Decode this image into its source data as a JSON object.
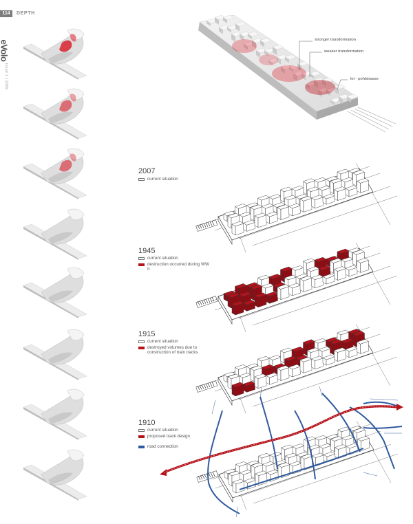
{
  "header": {
    "page_number": "114",
    "section": "DEPTH",
    "logo": "eVolo",
    "issue": "Issue 1 | 2009"
  },
  "hero": {
    "callouts": [
      "stronger transformation",
      "weaker transformation",
      "lot - pohlstrasse"
    ]
  },
  "colors": {
    "red": "#b5121b",
    "blue": "#2f5aa0",
    "header_gray": "#7c7c7c"
  },
  "diagrams": [
    {
      "year": "2007",
      "legend": [
        {
          "swatch": "white",
          "label": "current situation"
        }
      ]
    },
    {
      "year": "1945",
      "legend": [
        {
          "swatch": "white",
          "label": "current situation"
        },
        {
          "swatch": "red",
          "label": "destruction occurred during WW II"
        }
      ]
    },
    {
      "year": "1915",
      "legend": [
        {
          "swatch": "white",
          "label": "current situation"
        },
        {
          "swatch": "red",
          "label": "destroyed volumes due to construction of train tracks"
        }
      ]
    },
    {
      "year": "1910",
      "legend": [
        {
          "swatch": "white",
          "label": "current situation"
        },
        {
          "swatch": "red",
          "label": "proposed track design"
        },
        {
          "swatch": "blue",
          "label": "road connection"
        }
      ]
    }
  ],
  "thumbnails": [
    {
      "red_intensity": "high"
    },
    {
      "red_intensity": "medium"
    },
    {
      "red_intensity": "medium"
    },
    {
      "red_intensity": "none"
    },
    {
      "red_intensity": "none"
    },
    {
      "red_intensity": "none"
    },
    {
      "red_intensity": "none"
    },
    {
      "red_intensity": "none"
    }
  ]
}
